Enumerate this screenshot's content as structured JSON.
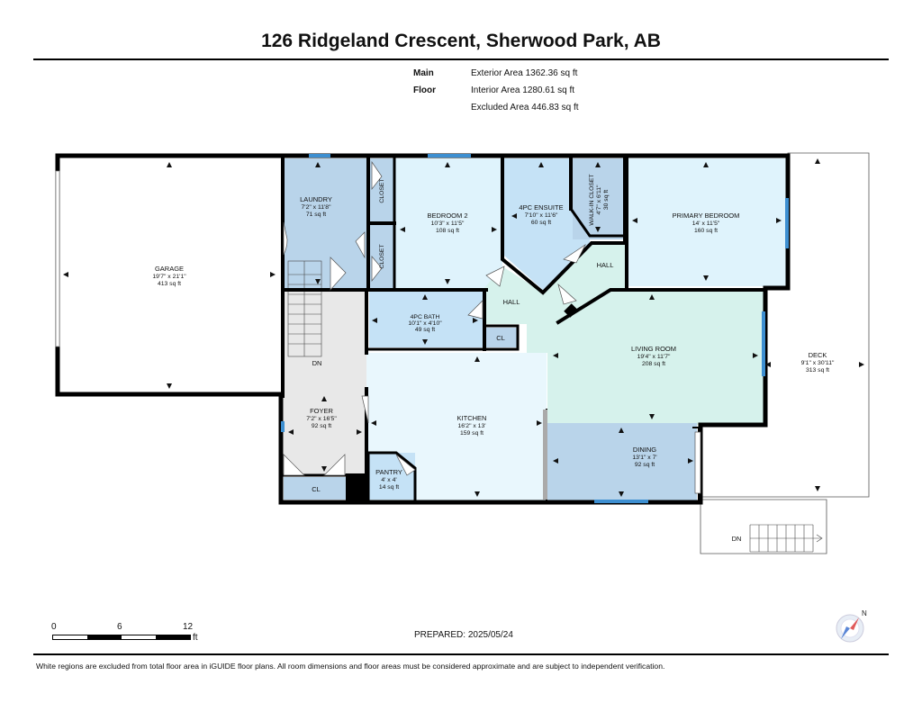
{
  "header": {
    "title": "126 Ridgeland Crescent, Sherwood Park, AB",
    "floor_label": "Main Floor",
    "exterior_area": "Exterior Area 1362.36 sq ft",
    "interior_area": "Interior Area 1280.61 sq ft",
    "excluded_area": "Excluded Area 446.83 sq ft"
  },
  "rooms": {
    "garage": {
      "name": "GARAGE",
      "dims": "19'7\" x 21'1\"",
      "area": "413 sq ft"
    },
    "laundry": {
      "name": "LAUNDRY",
      "dims": "7'2\" x 11'8\"",
      "area": "71 sq ft"
    },
    "closet1": {
      "name": "CLOSET"
    },
    "closet2": {
      "name": "CLOSET"
    },
    "bedroom2": {
      "name": "BEDROOM 2",
      "dims": "10'3\" x 11'5\"",
      "area": "108 sq ft"
    },
    "ensuite": {
      "name": "4PC ENSUITE",
      "dims": "7'10\" x 11'6\"",
      "area": "60 sq ft"
    },
    "walkin": {
      "name": "WALK-IN CLOSET",
      "dims": "4'7\" x 6'11\"",
      "area": "30 sq ft"
    },
    "primary": {
      "name": "PRIMARY BEDROOM",
      "dims": "14' x 11'5\"",
      "area": "160 sq ft"
    },
    "hall1": {
      "name": "HALL"
    },
    "hall2": {
      "name": "HALL"
    },
    "bath": {
      "name": "4PC BATH",
      "dims": "10'1\" x 4'10\"",
      "area": "49 sq ft"
    },
    "cl_bath": {
      "name": "CL"
    },
    "living": {
      "name": "LIVING ROOM",
      "dims": "19'4\" x 11'7\"",
      "area": "208 sq ft"
    },
    "deck": {
      "name": "DECK",
      "dims": "9'1\" x 30'11\"",
      "area": "313 sq ft"
    },
    "foyer": {
      "name": "FOYER",
      "dims": "7'2\" x 16'5\"",
      "area": "92 sq ft"
    },
    "kitchen": {
      "name": "KITCHEN",
      "dims": "16'2\" x 13'",
      "area": "159 sq ft"
    },
    "dining": {
      "name": "DINING",
      "dims": "13'1\" x 7'",
      "area": "92 sq ft"
    },
    "pantry": {
      "name": "PANTRY",
      "dims": "4' x 4'",
      "area": "14 sq ft"
    },
    "cl_foyer": {
      "name": "CL"
    }
  },
  "stairs": {
    "upper": "DN",
    "deck": "DN"
  },
  "scale": {
    "labels": [
      "0",
      "6",
      "12"
    ],
    "unit": "ft"
  },
  "compass_label": "N",
  "prepared": "PREPARED: 2025/05/24",
  "footnote": "White regions are excluded from total floor area in iGUIDE floor plans. All room dimensions and floor areas must be considered approximate and are subject to independent verification.",
  "colors": {
    "wall": "#000000",
    "blue_dark": "#b8d3e8",
    "blue_mid": "#c5e2f6",
    "blue_light": "#ddf2fb",
    "teal": "#d6f2ec",
    "foyer_grey": "#e6e6e6",
    "window": "#3d8fd1"
  }
}
